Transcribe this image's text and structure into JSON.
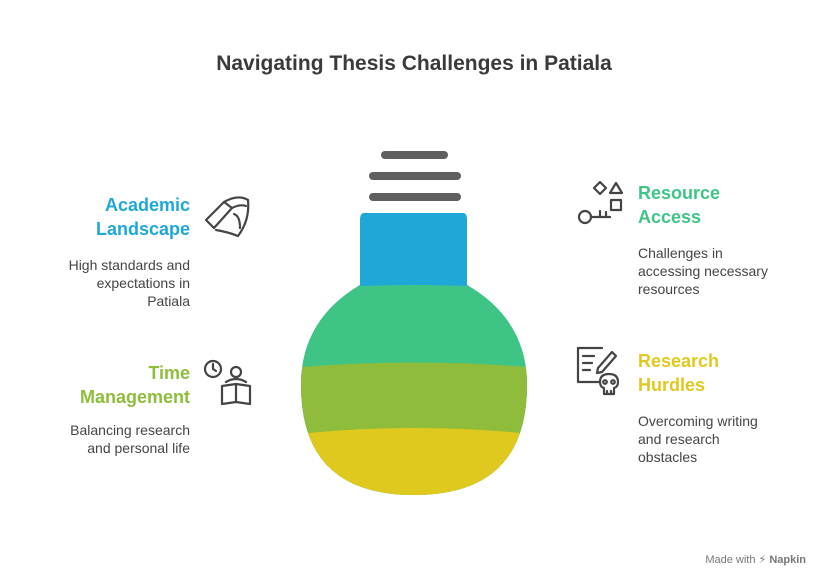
{
  "title": "Navigating Thesis Challenges in Patiala",
  "colors": {
    "top": "#1fa7d8",
    "second": "#3ec585",
    "third": "#8fbc3b",
    "bottom": "#e0c91f",
    "screw": "#5f5f5f"
  },
  "items": {
    "academic": {
      "heading_line1": "Academic",
      "heading_line2": "Landscape",
      "desc_line1": "High standards and",
      "desc_line2": "expectations in",
      "desc_line3": "Patiala",
      "icon": "open-book-icon",
      "color": "#1fa7d8"
    },
    "time": {
      "heading_line1": "Time",
      "heading_line2": "Management",
      "desc_line1": "Balancing research",
      "desc_line2": "and personal life",
      "icon": "clock-reader-icon",
      "color": "#8fbc3b"
    },
    "resource": {
      "heading_line1": "Resource",
      "heading_line2": "Access",
      "desc_line1": "Challenges in",
      "desc_line2": "accessing necessary",
      "desc_line3": "resources",
      "icon": "shapes-key-icon",
      "color": "#3ec585"
    },
    "research": {
      "heading_line1": "Research",
      "heading_line2": "Hurdles",
      "desc_line1": "Overcoming writing",
      "desc_line2": "and research",
      "desc_line3": "obstacles",
      "icon": "document-skull-icon",
      "color": "#e0c91f"
    }
  },
  "footer": {
    "made_with": "Made with",
    "brand": "Napkin"
  }
}
